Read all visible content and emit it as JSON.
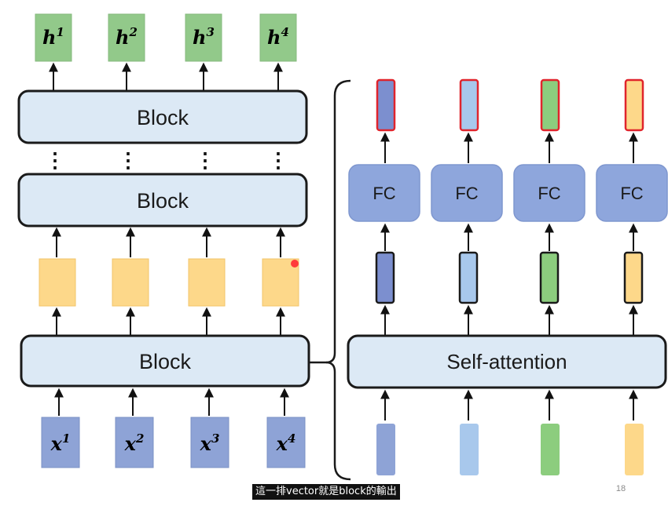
{
  "left": {
    "outputs": [
      {
        "base": "h",
        "sup": "1"
      },
      {
        "base": "h",
        "sup": "2"
      },
      {
        "base": "h",
        "sup": "3"
      },
      {
        "base": "h",
        "sup": "4"
      }
    ],
    "inputs": [
      {
        "base": "x",
        "sup": "1"
      },
      {
        "base": "x",
        "sup": "2"
      },
      {
        "base": "x",
        "sup": "3"
      },
      {
        "base": "x",
        "sup": "4"
      }
    ],
    "top_block_label": "Block",
    "middle_block_label": "Block",
    "bottom_block_label": "Block",
    "vdots": "⋮"
  },
  "right": {
    "self_attention_label": "Self-attention",
    "fc_labels": [
      "FC",
      "FC",
      "FC",
      "FC"
    ]
  },
  "slide_number": "18",
  "subtitle": "這一排vector就是block的輸出",
  "colors": {
    "block_fill": "#dce9f5",
    "block_stroke": "#1a1a1a",
    "output_green": "#92c98a",
    "input_blue": "#8ea3d6",
    "yellow": "#fdd88a",
    "fc_fill": "#8ea6dc",
    "red_outline": "#e0242c",
    "vec_dark_blue": "#7c8fcf",
    "vec_light_blue": "#a8c8ec",
    "vec_green": "#8ccd7e",
    "vec_yellow": "#fdd88a"
  }
}
